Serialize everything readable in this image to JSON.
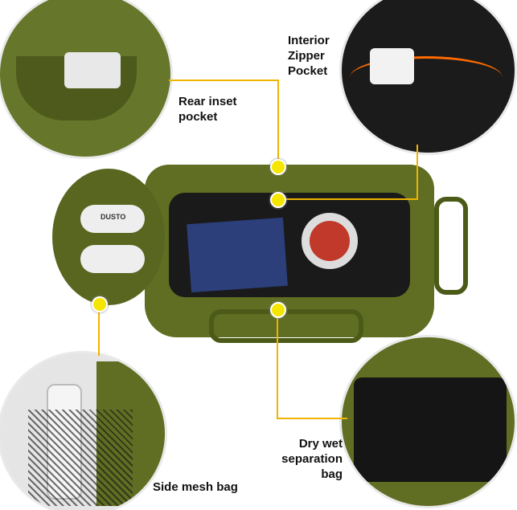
{
  "labels": {
    "rear_pocket": "Rear inset pocket",
    "interior_pocket": "Interior Zipper Pocket",
    "dry_wet": "Dry wet separation bag",
    "side_mesh": "Side mesh bag"
  },
  "shoe_brand": "DUSTO",
  "colors": {
    "bag_green": "#5f6e22",
    "callout_line": "#f0b400",
    "dot": "#f4e600",
    "pocket_trim": "#ff6a00"
  }
}
